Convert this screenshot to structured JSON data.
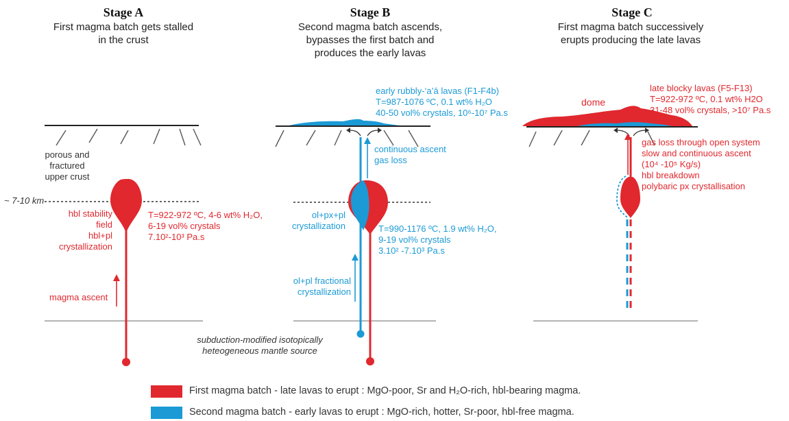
{
  "colors": {
    "red": "#e0282e",
    "blue": "#1b9ad6",
    "crust": "#333333",
    "moho": "#888888"
  },
  "stageA": {
    "title": "Stage A",
    "subtitle1": "First magma batch gets stalled",
    "subtitle2": "in the crust",
    "porous1": "porous and",
    "porous2": "fractured",
    "porous3": "upper crust",
    "depth": "~ 7-10 km",
    "hbl1": "hbl stability",
    "hbl2": "field",
    "hbl3": "hbl+pl",
    "hbl4": "crystallization",
    "cond1": "T=922-972 ºC, 4-6 wt% H₂O,",
    "cond2": "6-19 vol% crystals",
    "cond3": "7.10²-10³ Pa.s",
    "ascent": "magma ascent"
  },
  "stageB": {
    "title": "Stage B",
    "subtitle1": "Second magma batch ascends,",
    "subtitle2": "bypasses the first batch and",
    "subtitle3": "produces the early lavas",
    "lava1": "early rubbly-‘a’ā lavas (F1-F4b)",
    "lava2": "T=987-1076 ºC, 0.1 wt% H₂O",
    "lava3": "40-50 vol% crystals, 10⁶-10⁷ Pa.s",
    "cont1": "continuous ascent",
    "cont2": "gas loss",
    "olpx1": "ol+px+pl",
    "olpx2": "crystallization",
    "cond1": "T=990-1176 ºC, 1.9 wt% H₂O,",
    "cond2": "9-19 vol% crystals",
    "cond3": "3.10² -7.10³ Pa.s",
    "frac1": "ol+pl fractional",
    "frac2": "crystallization",
    "mantle1": "subduction-modified isotopically",
    "mantle2": "heteogeneous mantle source"
  },
  "stageC": {
    "title": "Stage C",
    "subtitle1": "First magma batch successively",
    "subtitle2": "erupts producing the late lavas",
    "dome": "dome",
    "lava1": "late blocky lavas (F5-F13)",
    "lava2": "T=922-972 ºC, 0.1 wt% H2O",
    "lava3": "31-48 vol% crystals, >10⁷ Pa.s",
    "gas1": "gas loss through open system",
    "gas2": "slow and continuous ascent",
    "gas3": "(10⁴ -10⁵ Kg/s)",
    "gas4": "hbl breakdown",
    "gas5": "polybaric px crystallisation"
  },
  "legend": {
    "first": "First magma batch - late lavas to erupt : MgO-poor, Sr and H₂O-rich, hbl-bearing magma.",
    "second": "Second magma batch - early lavas to erupt : MgO-rich, hotter, Sr-poor, hbl-free magma."
  }
}
